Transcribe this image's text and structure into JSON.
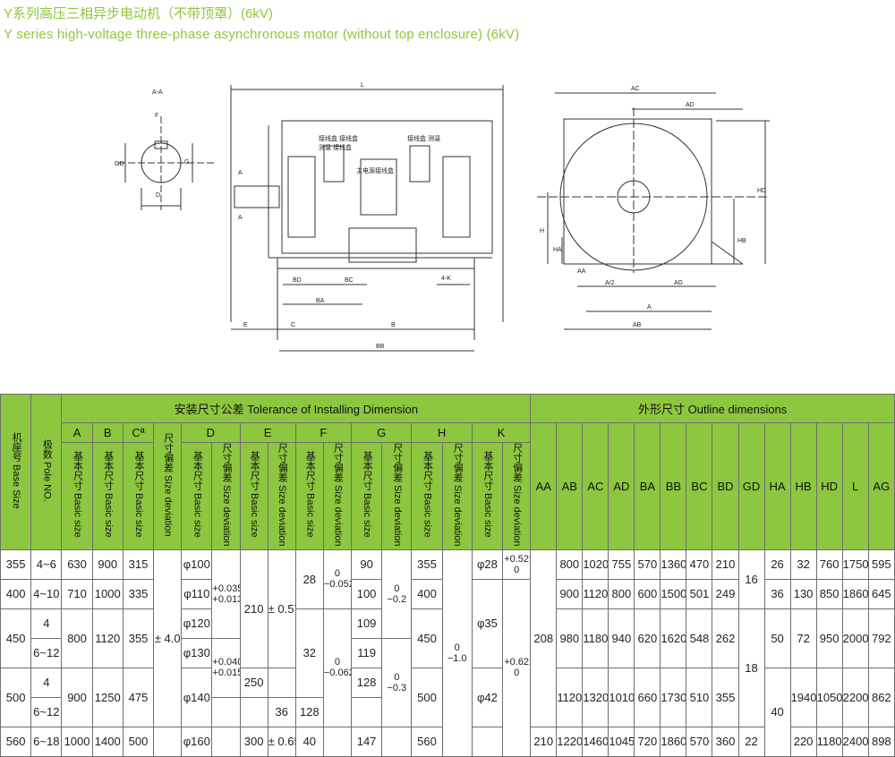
{
  "title_zh": "Y系列高压三相异步电动机（不带顶罩）(6kV)",
  "title_en": "Y series high-voltage three-phase asynchronous motor (without top enclosure) (6kV)",
  "drawing": {
    "section_label": "A-A",
    "aa_dims": [
      "F",
      "GD",
      "G",
      "D"
    ],
    "side_dims": [
      "L",
      "BD",
      "BC",
      "BA",
      "4-K",
      "E",
      "C",
      "B",
      "BB",
      "A",
      "A"
    ],
    "box_labels": [
      "接线盒 接线盒",
      "测温 接线盒",
      "主电源接线盒",
      "接线盒 测温"
    ],
    "end_dims": [
      "AC",
      "AD",
      "HD",
      "H",
      "HA",
      "HB",
      "AA",
      "A/2",
      "AG",
      "A",
      "AB"
    ]
  },
  "table": {
    "hdr_install": "安装尺寸公差 Tolerance of Installing Dimension",
    "hdr_outline": "外形尺寸  Outline dimensions",
    "base_size": "机座号 Base Size",
    "pole": "极数 Pole NO.",
    "col_A": "A",
    "col_B": "B",
    "col_C": "Cª",
    "col_D": "D",
    "col_E": "E",
    "col_F": "F",
    "col_G": "G",
    "col_H": "H",
    "col_K": "K",
    "sub_basic": "基本尺寸 Basic size",
    "sub_dev": "尺寸偏差 Size deviation",
    "outline_cols": [
      "AA",
      "AB",
      "AC",
      "AD",
      "BA",
      "BB",
      "BC",
      "BD",
      "GD",
      "HA",
      "HB",
      "HD",
      "L",
      "AG"
    ],
    "r1": {
      "base": "355",
      "pole": "4~6",
      "A": "630",
      "B": "900",
      "C": "315",
      "D": "φ100",
      "F": "28",
      "F_dev1": "0",
      "F_dev2": "−0.052",
      "G": "90",
      "H": "355",
      "K": "φ28",
      "K_dev1": "+0.52",
      "K_dev2": "0",
      "AB": "800",
      "AC": "1020",
      "AD": "755",
      "BA": "570",
      "BB": "1360",
      "BC": "470",
      "BD": "210",
      "HA": "26",
      "HB": "32",
      "HD": "760",
      "L": "1750",
      "AG": "595"
    },
    "r2": {
      "base": "400",
      "pole": "4~10",
      "A": "710",
      "B": "1000",
      "C": "335",
      "D": "φ110",
      "E": "210",
      "G": "100",
      "G_dev1": "0",
      "G_dev2": "−0.2",
      "H": "400",
      "AB": "900",
      "AC": "1120",
      "AD": "800",
      "BA": "600",
      "BB": "1500",
      "BC": "501",
      "BD": "249",
      "GD": "16",
      "HA": "36",
      "HB": "130",
      "HD": "850",
      "L": "1860",
      "AG": "645"
    },
    "r3": {
      "base": "450",
      "pole_a": "4",
      "pole_b": "6~12",
      "A": "800",
      "B": "1120",
      "C": "355",
      "C_dev": "± 4.0",
      "D_a": "φ120",
      "D_b": "φ130",
      "D_dev1": "+0.035",
      "D_dev2": "+0.013",
      "E_dev": "± 0.57",
      "F": "32",
      "G_a": "109",
      "G_b": "119",
      "H": "450",
      "H_dev1": "0",
      "H_dev2": "−1.0",
      "K": "φ35",
      "K_dev1": "+0.62",
      "K_dev2": "0",
      "AA": "208",
      "AB": "980",
      "AC": "1180",
      "AD": "940",
      "BA": "620",
      "BB": "1620",
      "BC": "548",
      "BD": "262",
      "HA": "50",
      "HB": "72",
      "HD": "950",
      "L": "2000",
      "AG": "792"
    },
    "r4": {
      "base": "500",
      "pole_a": "4",
      "pole_b": "6~12",
      "A": "900",
      "B": "1250",
      "C": "475",
      "D": "φ140",
      "D_dev1": "+0.040",
      "D_dev2": "+0.015",
      "E": "250",
      "F_dev1": "0",
      "F_dev2": "−0.062",
      "F": "36",
      "G": "128",
      "G_dev1": "0",
      "G_dev2": "−0.3",
      "H": "500",
      "K": "φ42",
      "GD": "18",
      "HA": "40",
      "AC": "1120",
      "AD": "1320",
      "BA": "1010",
      "BB": "660",
      "BC": "1730",
      "BD": "510",
      "BD2": "355",
      "HB": "1940",
      "HD": "1050",
      "L": "2200",
      "AG": "862"
    },
    "r5": {
      "base": "560",
      "pole": "6~18",
      "A": "1000",
      "B": "1400",
      "C": "500",
      "D": "φ160",
      "E": "300",
      "E_dev": "± 0.65",
      "F": "40",
      "G": "147",
      "H": "560",
      "AA": "210",
      "AB": "1220",
      "AC": "1460",
      "AD": "1045",
      "BA": "720",
      "BB": "1860",
      "BC": "570",
      "BD": "360",
      "GD": "22",
      "HB": "220",
      "HD": "1180",
      "L": "2400",
      "AG": "898"
    }
  }
}
